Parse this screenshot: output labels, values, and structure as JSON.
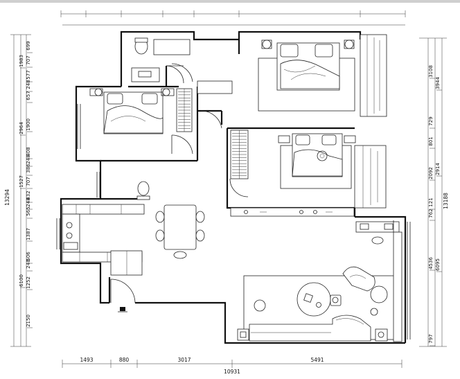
{
  "dims": {
    "bottom": {
      "segments": [
        "1493",
        "880",
        "3017",
        "5491"
      ],
      "total": "10931"
    },
    "left_inner": [
      "699",
      "707",
      "577",
      "248",
      "657",
      "1900",
      "408",
      "248",
      "386",
      "707",
      "432",
      "248",
      "565",
      "1387",
      "506",
      "248",
      "1252",
      "2150"
    ],
    "left_outer": [
      "1983",
      "2964",
      "1527",
      "6100"
    ],
    "left_total": "13294",
    "right_inner": [
      "3108",
      "729",
      "801",
      "2092",
      "121",
      "762",
      "4536",
      "797"
    ],
    "right_outer": [
      "3944",
      "2914",
      "6095"
    ],
    "right_total": "13188"
  }
}
